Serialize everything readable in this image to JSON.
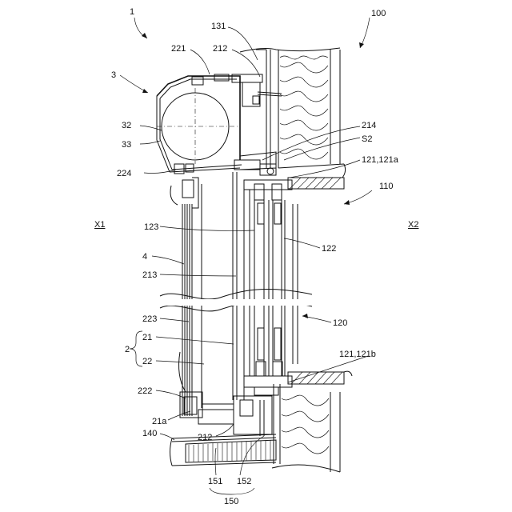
{
  "labels": {
    "l1": "1",
    "l100": "100",
    "l3": "3",
    "l131": "131",
    "l221": "221",
    "l212a": "212",
    "l32": "32",
    "l33": "33",
    "l214": "214",
    "lS2": "S2",
    "l121a": "121,121a",
    "l224": "224",
    "l110": "110",
    "lX1": "X1",
    "lX2": "X2",
    "l123": "123",
    "l122": "122",
    "l4": "4",
    "l213": "213",
    "l120": "120",
    "l223": "223",
    "l2": "2",
    "l21": "21",
    "l22": "22",
    "l121b": "121,121b",
    "l222": "222",
    "l21a": "21a",
    "l212b": "212",
    "l140": "140",
    "l151": "151",
    "l152": "152",
    "l150": "150"
  }
}
